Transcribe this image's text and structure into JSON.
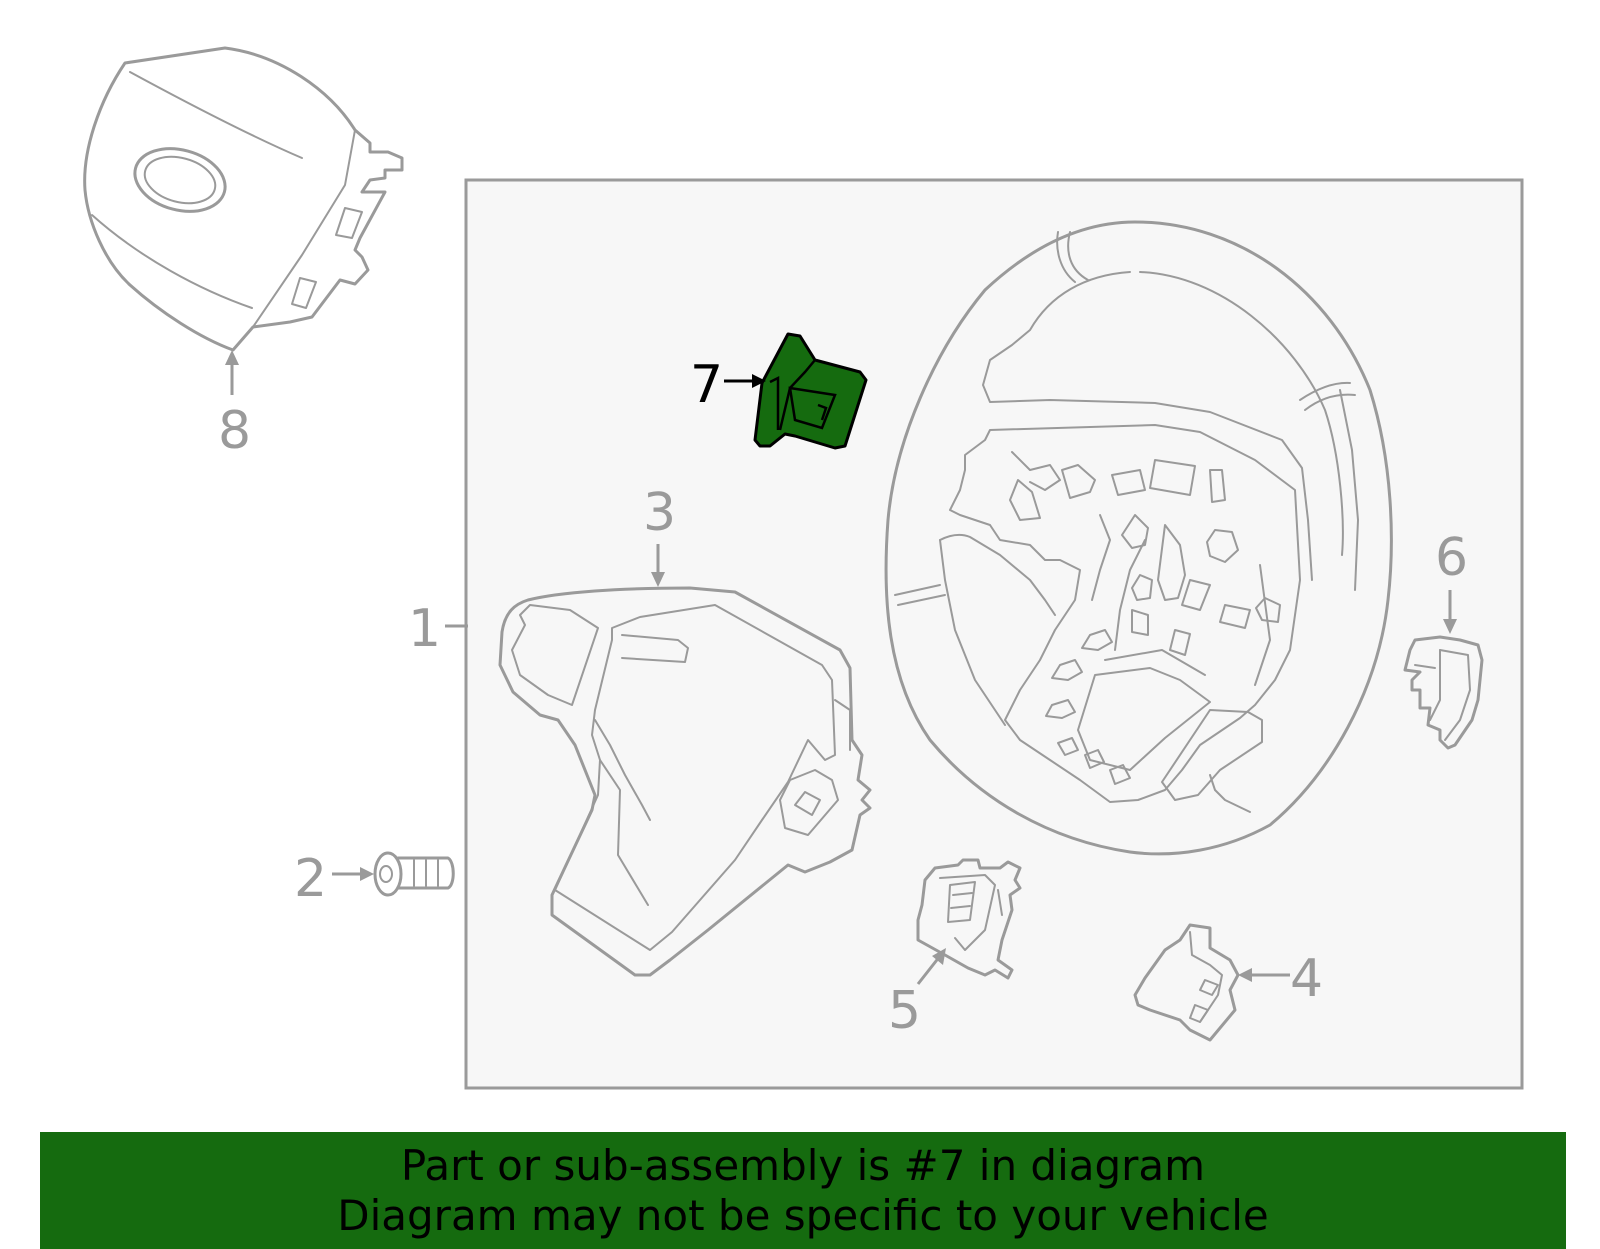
{
  "colors": {
    "line": "#9a9a9a",
    "highlight_part": "#156b0f",
    "banner": "#156b0f",
    "panel": "#f7f7f7",
    "text_highlight": "#000000"
  },
  "callouts": {
    "c1": "1",
    "c2": "2",
    "c3": "3",
    "c4": "4",
    "c5": "5",
    "c6": "6",
    "c7": "7",
    "c8": "8"
  },
  "banner": {
    "line1": "Part or sub-assembly is #7 in diagram",
    "line2": "Diagram may not be specific to your vehicle"
  }
}
